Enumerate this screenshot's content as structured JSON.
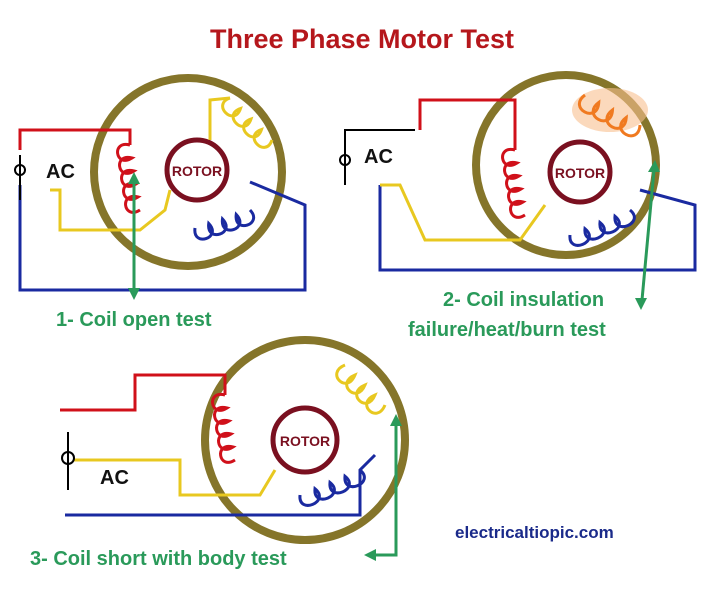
{
  "title": "Three Phase Motor Test",
  "colors": {
    "title": "#b5171c",
    "ring": "#85752a",
    "rotor": "#7a1020",
    "red": "#d0101a",
    "yellow": "#e8c820",
    "blue": "#1a2aa0",
    "green": "#2a9a5a",
    "burn": "#f07a20",
    "watermark": "#1a2a8a"
  },
  "diagrams": [
    {
      "ac_label": "AC",
      "rotor_label": "ROTOR",
      "caption": "1- Coil open test"
    },
    {
      "ac_label": "AC",
      "rotor_label": "ROTOR",
      "caption_line1": "2- Coil insulation",
      "caption_line2": "failure/heat/burn test"
    },
    {
      "ac_label": "AC",
      "rotor_label": "ROTOR",
      "caption": "3- Coil short with body test"
    }
  ],
  "watermark": "electricaltiopic.com"
}
